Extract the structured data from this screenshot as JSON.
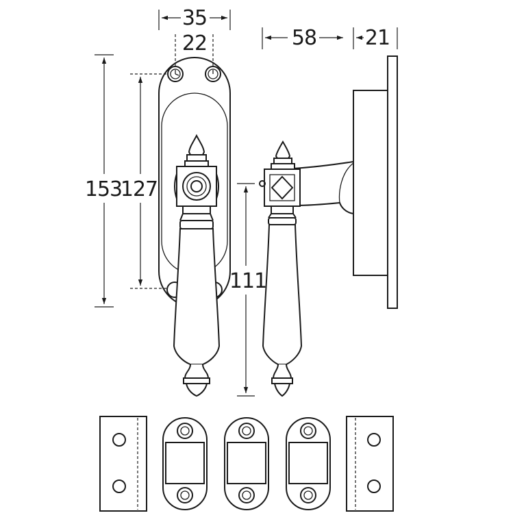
{
  "dimensions": {
    "width_outer": "35",
    "width_inner": "22",
    "projection": "58",
    "base_depth": "21",
    "height_total": "153",
    "height_holes": "127",
    "handle_length": "111"
  }
}
